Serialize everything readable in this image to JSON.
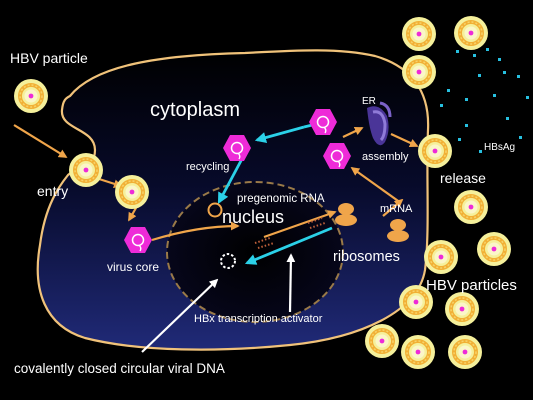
{
  "labels": {
    "hbv_particle": "HBV particle",
    "cytoplasm": "cytoplasm",
    "er": "ER",
    "hbsag": "HBsAg",
    "recycling": "recycling",
    "assembly": "assembly",
    "release": "release",
    "entry": "entry",
    "pregenomic_rna": "pregenomic RNA",
    "mrna": "mRNA",
    "nucleus": "nucleus",
    "virus_core": "virus core",
    "ribosomes": "ribosomes",
    "hbv_particles": "HBV particles",
    "hbx": "HBx transcription activator",
    "cccdna": "covalently closed circular viral DNA"
  },
  "colors": {
    "background": "#000000",
    "cell_border": "#f0c27a",
    "cytoplasm_top": "#000000",
    "cytoplasm_bottom": "#1e2770",
    "arrow_orange": "#f0a54a",
    "arrow_cyan": "#2bd1e8",
    "core_magenta": "#ee2bd8",
    "particle_outer": "#f3ee97",
    "particle_ring": "#f1b035",
    "hbsag_dots": "#27c0e0",
    "er_purple": "#6b4db8",
    "ribosome_orange": "#f0a54a"
  }
}
